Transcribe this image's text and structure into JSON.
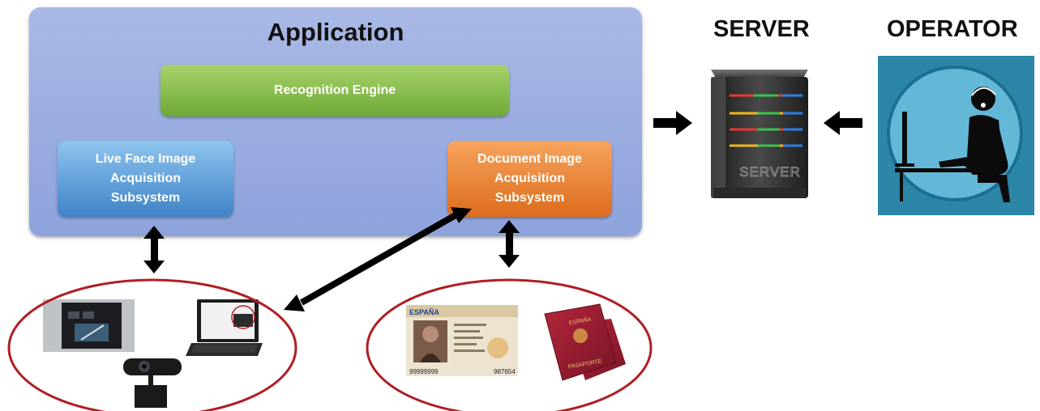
{
  "application": {
    "title": "Application",
    "engine_label": "Recognition Engine",
    "face_label": "Live Face Image\nAcquisition\nSubsystem",
    "document_label": "Document Image\nAcquisition\nSubsystem"
  },
  "server": {
    "title": "SERVER",
    "case_label": "SERVER"
  },
  "operator": {
    "title": "OPERATOR"
  },
  "id_card": {
    "country": "ESPAÑA",
    "number_left": "99999999",
    "number_right": "987654"
  },
  "passport": {
    "top_label": "ESPAÑA",
    "bottom_label": "PASAPORTE"
  },
  "colors": {
    "application_panel": "#9aaee0",
    "recognition_engine": "#8cc152",
    "face_subsystem": "#5b9bd5",
    "document_subsystem": "#ed7d31",
    "device_ellipse": "#b01e23"
  }
}
